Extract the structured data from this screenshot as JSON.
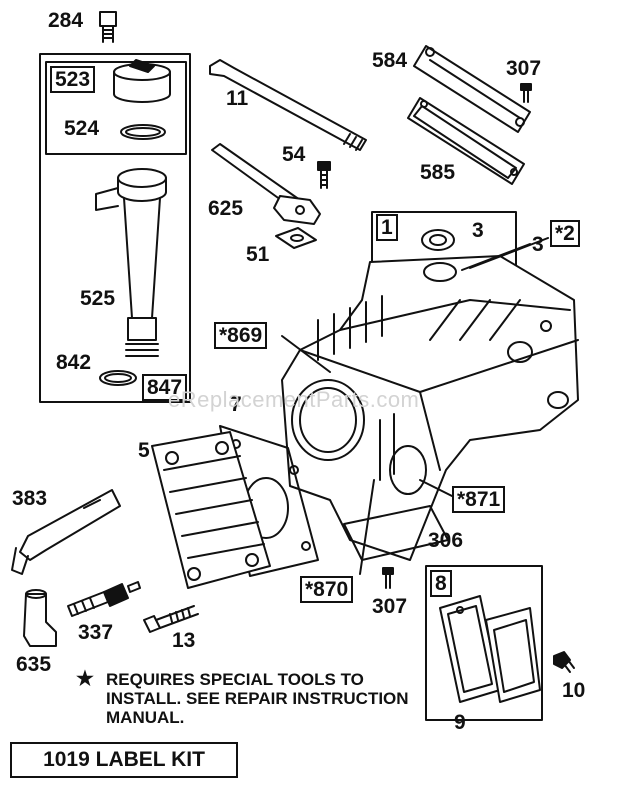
{
  "callouts": {
    "p284": "284",
    "p523": "523",
    "p524": "524",
    "p525": "525",
    "p842": "842",
    "p847": "847",
    "p11": "11",
    "p54": "54",
    "p625": "625",
    "p51": "51",
    "p584": "584",
    "p307a": "307",
    "p585": "585",
    "p1": "1",
    "p3a": "3",
    "p3b": "3",
    "p2": "*2",
    "p869": "*869",
    "p7": "7",
    "p5": "5",
    "p383": "383",
    "p871": "*871",
    "p306": "306",
    "p870": "*870",
    "p307b": "307",
    "p8": "8",
    "p337": "337",
    "p13": "13",
    "p635": "635",
    "p10": "10",
    "p9": "9"
  },
  "note": {
    "star": "★",
    "text": "REQUIRES SPECIAL TOOLS TO INSTALL.  SEE REPAIR INSTRUCTION MANUAL."
  },
  "kit_label": "1019 LABEL KIT",
  "watermark": "eReplacementParts.com"
}
